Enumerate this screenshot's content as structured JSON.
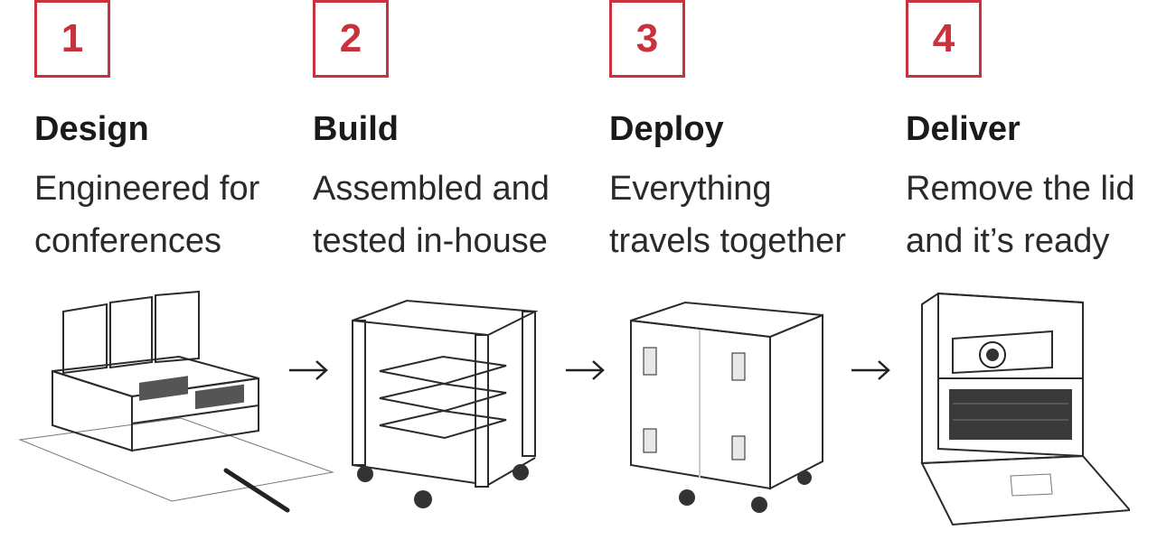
{
  "accent_color": "#c8323c",
  "steps": [
    {
      "number": "1",
      "title": "Design",
      "desc_line1": "Engineered for",
      "desc_line2": "conferences",
      "illustration": "conference-desk-sketch"
    },
    {
      "number": "2",
      "title": "Build",
      "desc_line1": "Assembled and",
      "desc_line2": "tested in-house",
      "illustration": "rack-frame-sketch"
    },
    {
      "number": "3",
      "title": "Deploy",
      "desc_line1": "Everything",
      "desc_line2": "travels together",
      "illustration": "road-case-sketch"
    },
    {
      "number": "4",
      "title": "Deliver",
      "desc_line1": "Remove the lid",
      "desc_line2": "and it’s ready",
      "illustration": "open-case-projector-sketch"
    }
  ],
  "arrow_icon": "right-arrow-icon"
}
